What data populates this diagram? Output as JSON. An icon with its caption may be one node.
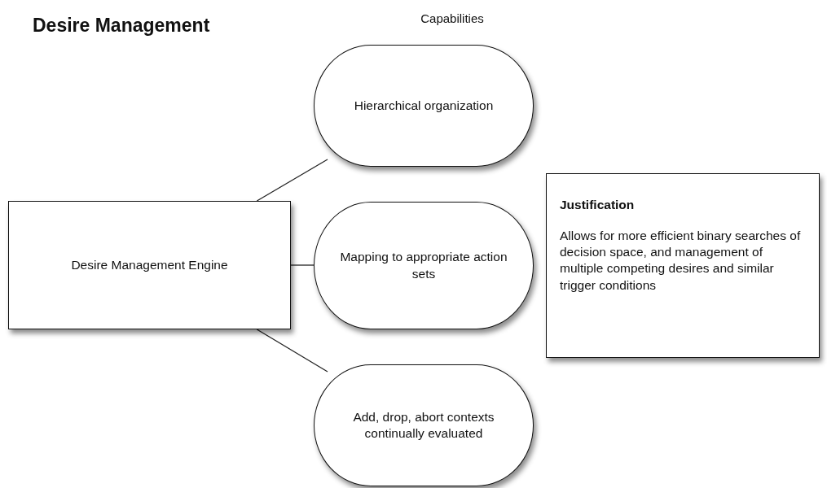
{
  "diagram": {
    "title": "Desire Management",
    "nodes": [
      {
        "text": [
          "Desire Management Engine"
        ]
      },
      {
        "text": [
          "Hierarchical organization"
        ]
      },
      {
        "text": [
          "Mapping to appropriate action sets"
        ]
      },
      {
        "text": [
          "Add, drop, abort contexts continually evaluated"
        ]
      },
      {
        "text": [
          "Justification",
          "Allows for more efficient binary searches of decision space, and management of multiple competing desires and similar trigger conditions"
        ]
      }
    ],
    "edges": [
      {
        "from": 0,
        "to": 1,
        "arrow": "none"
      },
      {
        "from": 0,
        "to": 2,
        "arrow": "none"
      },
      {
        "from": 0,
        "to": 3,
        "arrow": "none"
      }
    ],
    "labels": [
      "Capabilities"
    ]
  }
}
